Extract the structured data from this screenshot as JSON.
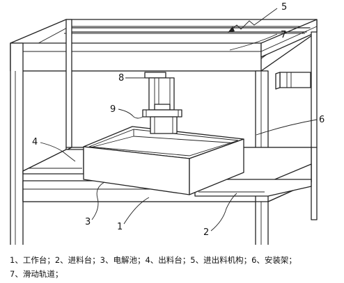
{
  "figure": {
    "callouts": [
      {
        "id": "c5",
        "text": "5"
      },
      {
        "id": "c7",
        "text": "7"
      },
      {
        "id": "c8",
        "text": "8"
      },
      {
        "id": "c9",
        "text": "9"
      },
      {
        "id": "c6",
        "text": "6"
      },
      {
        "id": "c4",
        "text": "4"
      },
      {
        "id": "c3",
        "text": "3"
      },
      {
        "id": "c1",
        "text": "1"
      },
      {
        "id": "c2",
        "text": "2"
      }
    ]
  },
  "caption": {
    "line1": "1、工作台；2、进料台；3、电解池；4、出料台；5、进出料机构；6、安装架；",
    "line2": "7、滑动轨道；"
  }
}
